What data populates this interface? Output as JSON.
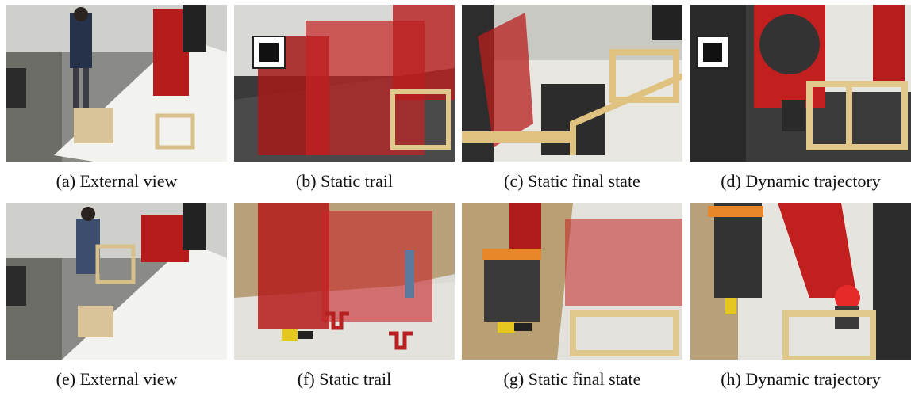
{
  "panels": [
    {
      "label": "(a)",
      "caption": "External view"
    },
    {
      "label": "(b)",
      "caption": "Static trail"
    },
    {
      "label": "(c)",
      "caption": "Static final state"
    },
    {
      "label": "(d)",
      "caption": "Dynamic trajectory"
    },
    {
      "label": "(e)",
      "caption": "External view"
    },
    {
      "label": "(f)",
      "caption": "Static trail"
    },
    {
      "label": "(g)",
      "caption": "Static final state"
    },
    {
      "label": "(h)",
      "caption": "Dynamic trajectory"
    }
  ]
}
